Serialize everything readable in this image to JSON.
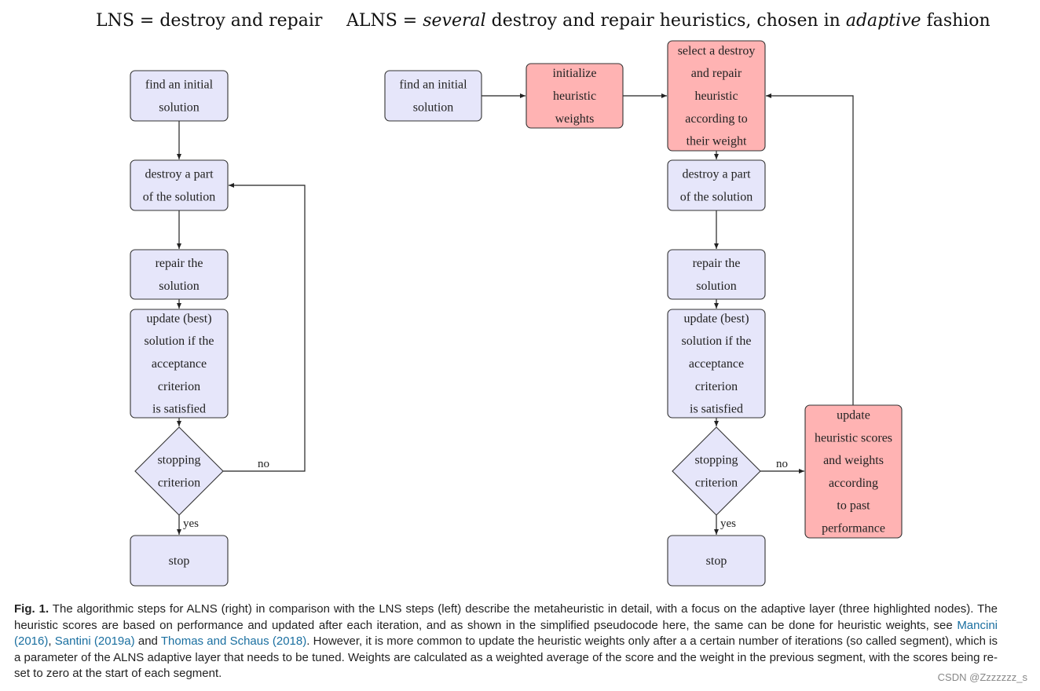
{
  "titles": {
    "lns": "LNS = destroy and repair",
    "alns_pre": "ALNS = ",
    "alns_em1": "several",
    "alns_mid": " destroy and repair heuristics, chosen in ",
    "alns_em2": "adaptive",
    "alns_post": " fashion"
  },
  "colors": {
    "node_fill": "#e6e6fa",
    "highlight_fill": "#ffb3b3",
    "stroke": "#333333",
    "link": "#1a6fa0"
  },
  "lns": {
    "nodes": [
      {
        "id": "find",
        "lines": [
          "find an initial",
          "solution"
        ]
      },
      {
        "id": "destroy",
        "lines": [
          "destroy a part",
          "of the solution"
        ]
      },
      {
        "id": "repair",
        "lines": [
          "repair the",
          "solution"
        ]
      },
      {
        "id": "update",
        "lines": [
          "update (best)",
          "solution if the",
          "acceptance",
          "criterion",
          "is satisfied"
        ]
      },
      {
        "id": "stopping",
        "lines": [
          "stopping",
          "criterion"
        ]
      },
      {
        "id": "stop",
        "lines": [
          "stop"
        ]
      }
    ],
    "edge_no": "no",
    "edge_yes": "yes"
  },
  "alns": {
    "nodes": [
      {
        "id": "find",
        "lines": [
          "find an initial",
          "solution"
        ]
      },
      {
        "id": "init",
        "lines": [
          "initialize",
          "heuristic",
          "weights"
        ]
      },
      {
        "id": "select",
        "lines": [
          "select a destroy",
          "and repair",
          "heuristic",
          "according to",
          "their weight"
        ]
      },
      {
        "id": "destroy",
        "lines": [
          "destroy a part",
          "of the solution"
        ]
      },
      {
        "id": "repair",
        "lines": [
          "repair the",
          "solution"
        ]
      },
      {
        "id": "update",
        "lines": [
          "update (best)",
          "solution if the",
          "acceptance",
          "criterion",
          "is satisfied"
        ]
      },
      {
        "id": "stopping",
        "lines": [
          "stopping",
          "criterion"
        ]
      },
      {
        "id": "stop",
        "lines": [
          "stop"
        ]
      },
      {
        "id": "scores",
        "lines": [
          "update",
          "heuristic scores",
          "and weights",
          "according",
          "to past",
          "performance"
        ]
      }
    ],
    "edge_no": "no",
    "edge_yes": "yes"
  },
  "caption": {
    "label": "Fig. 1.",
    "text1": " The algorithmic steps for ALNS (right) in comparison with the LNS steps (left) describe the metaheuristic in detail, with a focus on the adaptive layer (three highlighted nodes). The heuristic scores are based on performance and updated after each iteration, and as shown in the simplified pseudocode here, the same can be done for heuristic weights, see ",
    "ref1": "Mancini (2016)",
    "sep1": ", ",
    "ref2": "Santini (2019a)",
    "sep2": " and ",
    "ref3": "Thomas and Schaus (2018)",
    "text2": ". However, it is more common to update the heuristic weights only after a a certain number of iterations (so called segment), which is a parameter of the ALNS adaptive layer that needs to be tuned. Weights are calculated as a weighted average of the score and the weight in the previous segment, with the scores being re-set to zero at the start of each segment."
  },
  "watermark": "CSDN @Zzzzzzz_s"
}
